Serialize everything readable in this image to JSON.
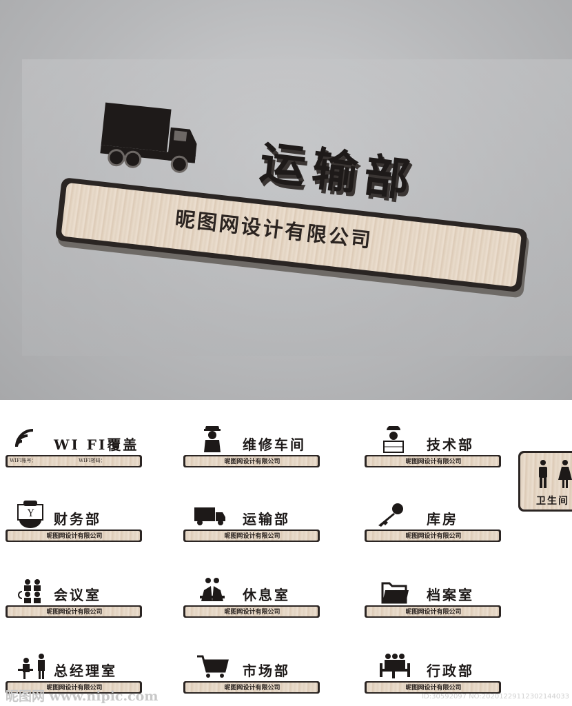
{
  "hero": {
    "title": "运输部",
    "company": "昵图网设计有限公司"
  },
  "signs": [
    {
      "title": "WI FI覆盖",
      "company": "",
      "icon": "wifi-icon",
      "sub_left": "WIFI账号：",
      "sub_right": "WIFI密码："
    },
    {
      "title": "维修车间",
      "company": "昵图网设计有限公司",
      "icon": "worker-icon"
    },
    {
      "title": "技术部",
      "company": "昵图网设计有限公司",
      "icon": "engineer-icon"
    },
    {
      "title": "财务部",
      "company": "昵图网设计有限公司",
      "icon": "money-hand-icon"
    },
    {
      "title": "运输部",
      "company": "昵图网设计有限公司",
      "icon": "truck-icon"
    },
    {
      "title": "库房",
      "company": "昵图网设计有限公司",
      "icon": "key-icon"
    },
    {
      "title": "会议室",
      "company": "昵图网设计有限公司",
      "icon": "meeting-icon"
    },
    {
      "title": "休息室",
      "company": "昵图网设计有限公司",
      "icon": "rest-icon"
    },
    {
      "title": "档案室",
      "company": "昵图网设计有限公司",
      "icon": "folder-icon"
    },
    {
      "title": "总经理室",
      "company": "昵图网设计有限公司",
      "icon": "manager-icon"
    },
    {
      "title": "市场部",
      "company": "昵图网设计有限公司",
      "icon": "cart-icon"
    },
    {
      "title": "行政部",
      "company": "昵图网设计有限公司",
      "icon": "office-icon"
    }
  ],
  "toilet": {
    "label": "卫生间",
    "icon": "restroom-icon"
  },
  "watermark": {
    "left": "昵图网 www.nipic.com",
    "right": "ID:30592097 NO:20201229112302144033"
  }
}
